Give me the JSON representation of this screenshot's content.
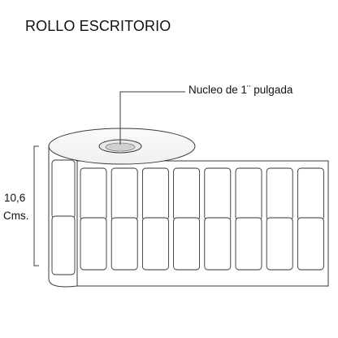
{
  "title": "ROLLO ESCRITORIO",
  "core_label": "Nucleo de 1¨ pulgada",
  "height": {
    "value": "10,6",
    "unit": "Cms."
  },
  "labels": {
    "rows": 2,
    "columns": 9
  },
  "colors": {
    "line": "#333333",
    "roll_face": "#ffffff",
    "core": "#e6e6e6"
  },
  "icons": {
    "roll": "label-roll-icon",
    "core": "roll-core-icon"
  }
}
